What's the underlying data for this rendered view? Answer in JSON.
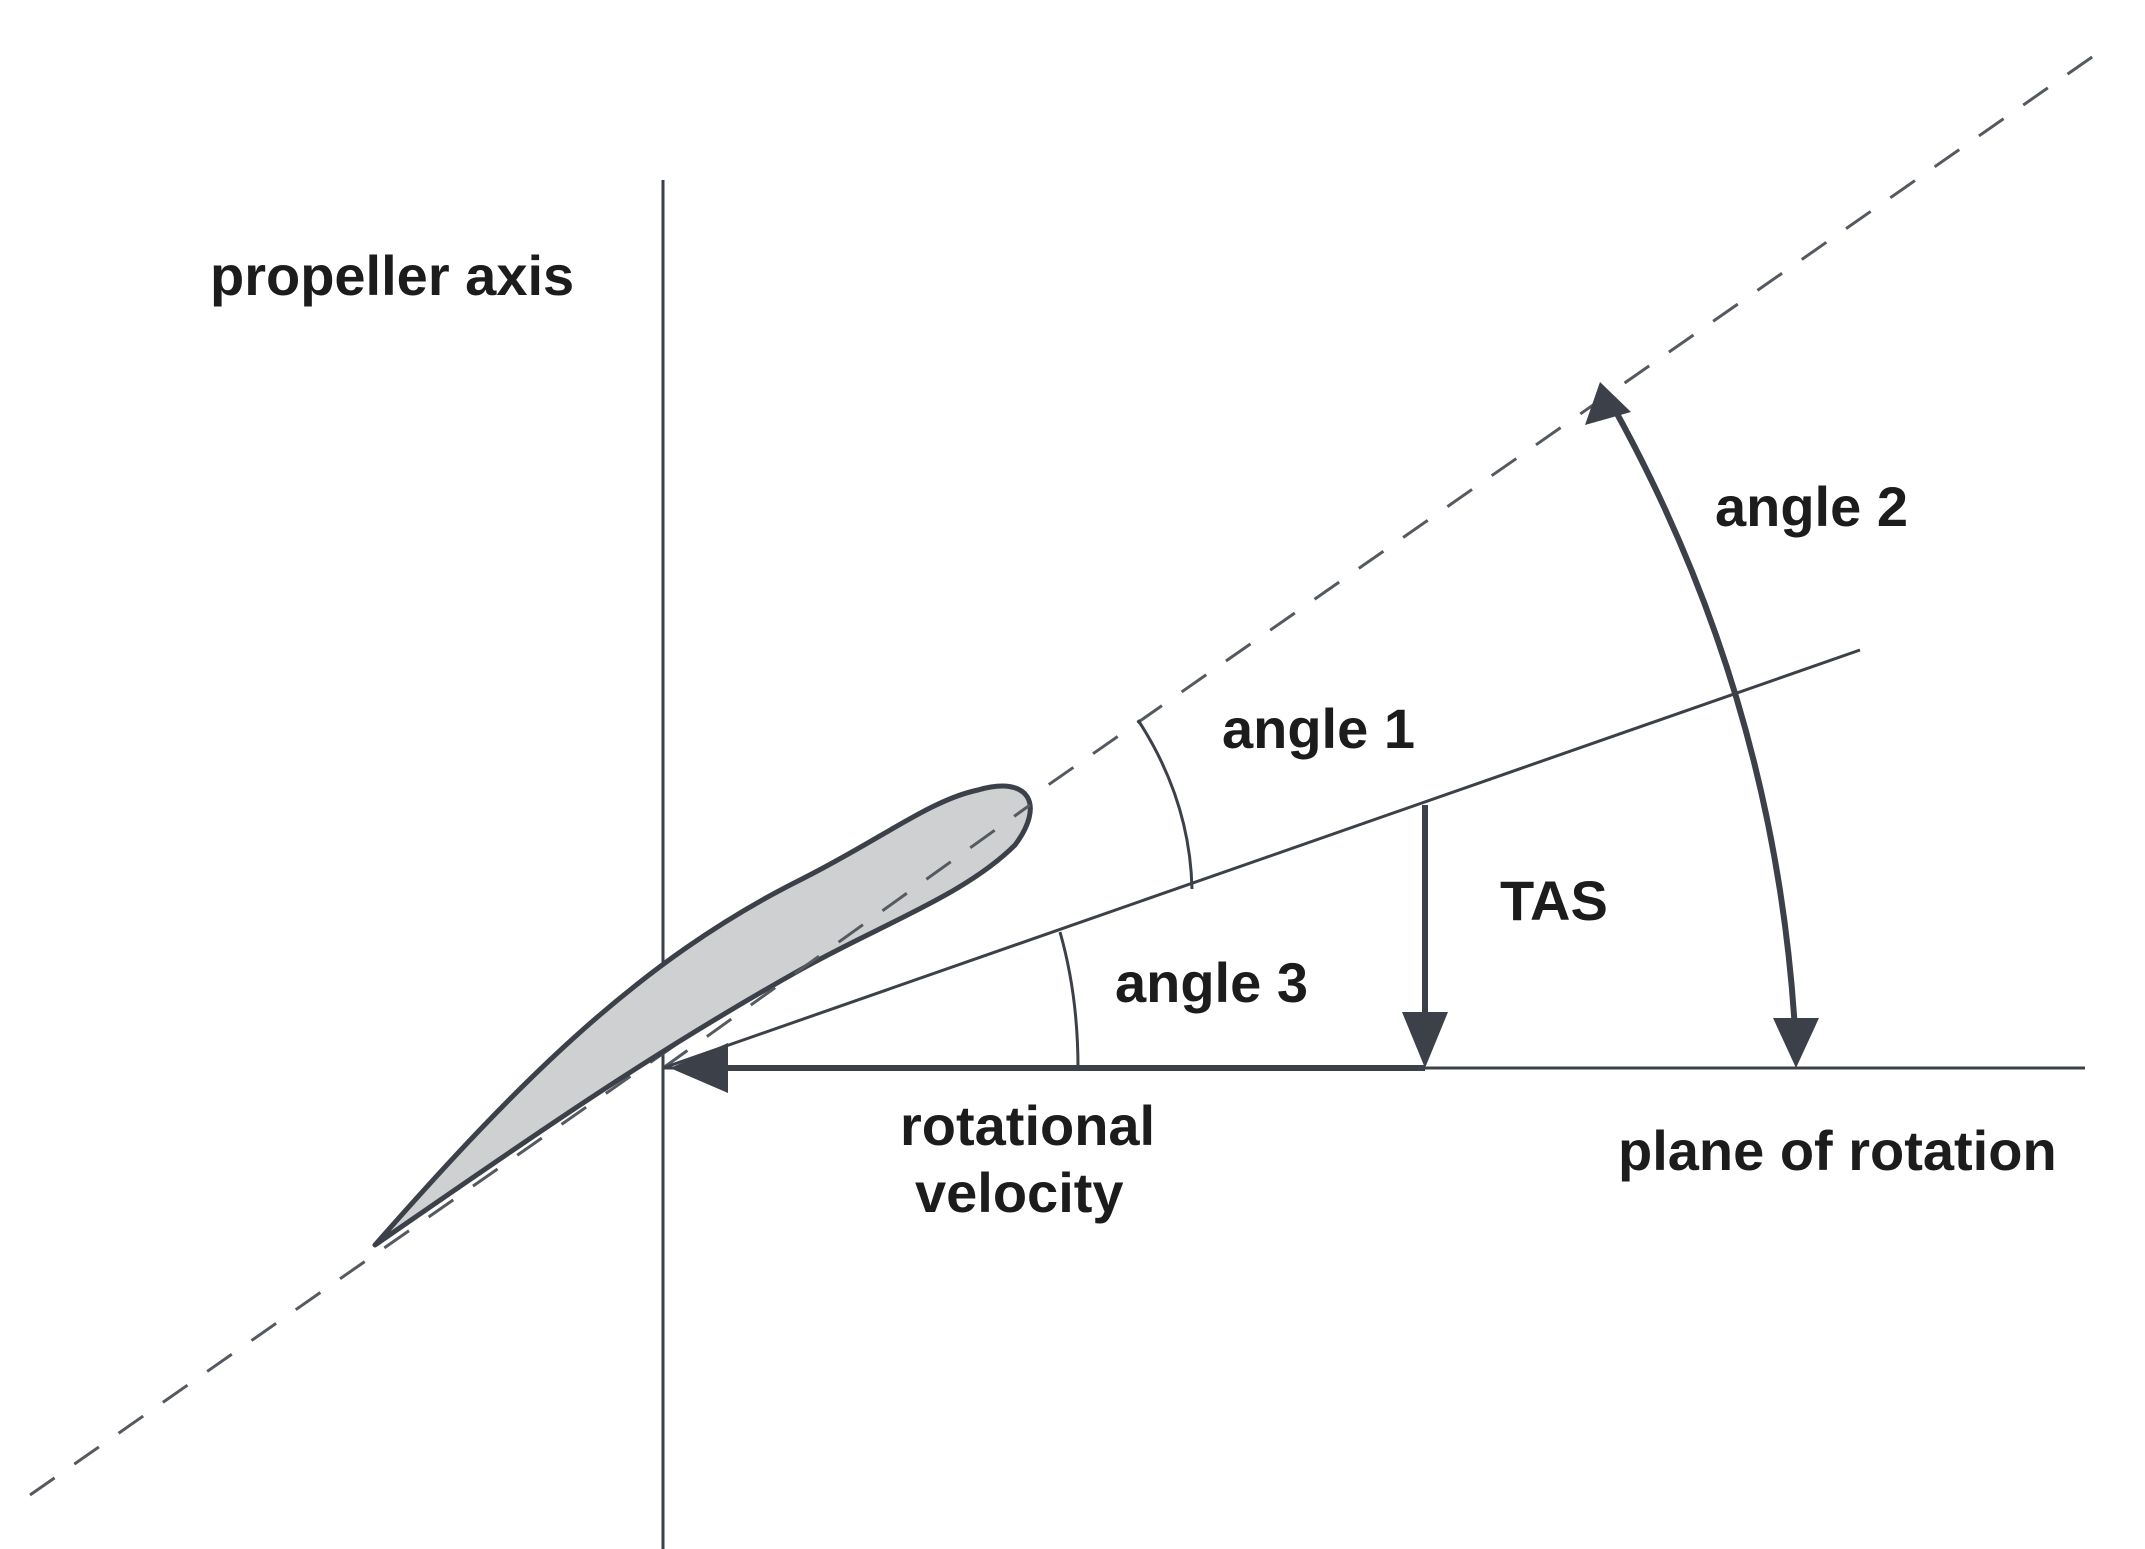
{
  "labels": {
    "propeller_axis": "propeller axis",
    "angle_1": "angle 1",
    "angle_2": "angle 2",
    "angle_3": "angle 3",
    "tas": "TAS",
    "rotational_velocity_line1": "rotational",
    "rotational_velocity_line2": "velocity",
    "plane_of_rotation": "plane of rotation"
  },
  "colors": {
    "line": "#3c4048",
    "airfoil_fill": "#cfd0d2",
    "text": "#1c1c1c"
  }
}
